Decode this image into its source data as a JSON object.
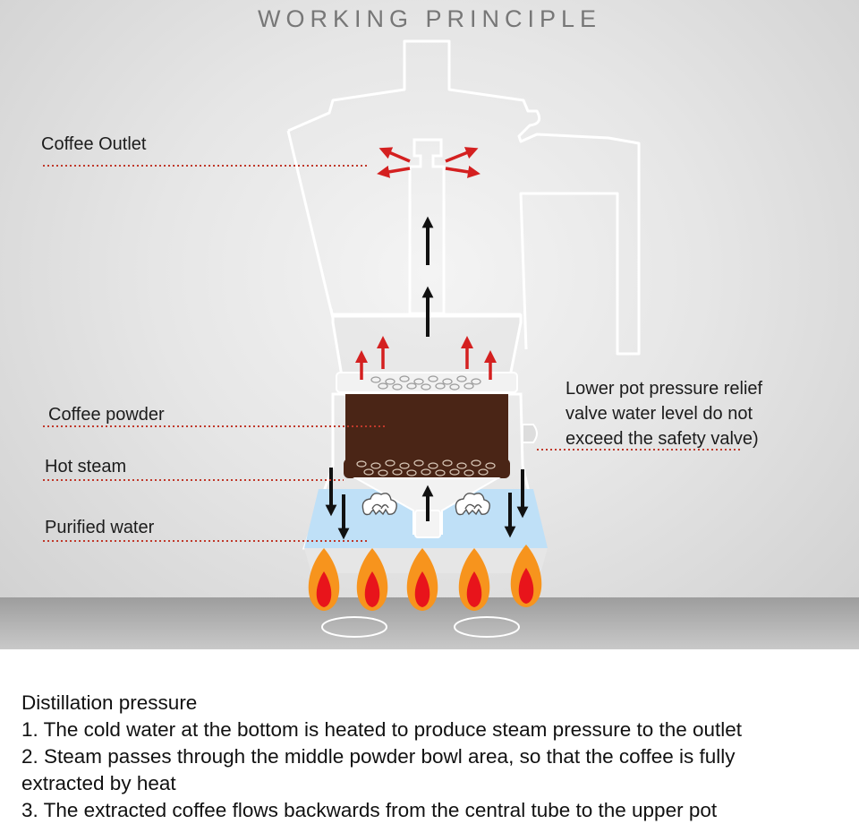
{
  "title": "WORKING PRINCIPLE",
  "labels": {
    "coffee_outlet": "Coffee Outlet",
    "coffee_powder": "Coffee powder",
    "hot_steam": "Hot steam",
    "purified_water": "Purified water",
    "relief_valve": [
      "Lower pot pressure relief",
      "valve water level do not",
      "exceed the safety valve)"
    ]
  },
  "description": {
    "heading": "Distillation pressure",
    "steps": [
      "1. The cold water at the bottom is heated to produce steam pressure to the outlet",
      "2. Steam passes through the middle powder bowl area, so that the coffee is fully",
      "extracted by heat",
      "3. The extracted coffee flows backwards from the central tube to the upper pot"
    ]
  },
  "colors": {
    "leader_line": "#c0392b",
    "arrow_red": "#d42020",
    "arrow_black": "#111111",
    "water": "#bfe0f7",
    "coffee": "#4a2516",
    "flame_outer": "#f7941d",
    "flame_inner": "#e8141b"
  }
}
